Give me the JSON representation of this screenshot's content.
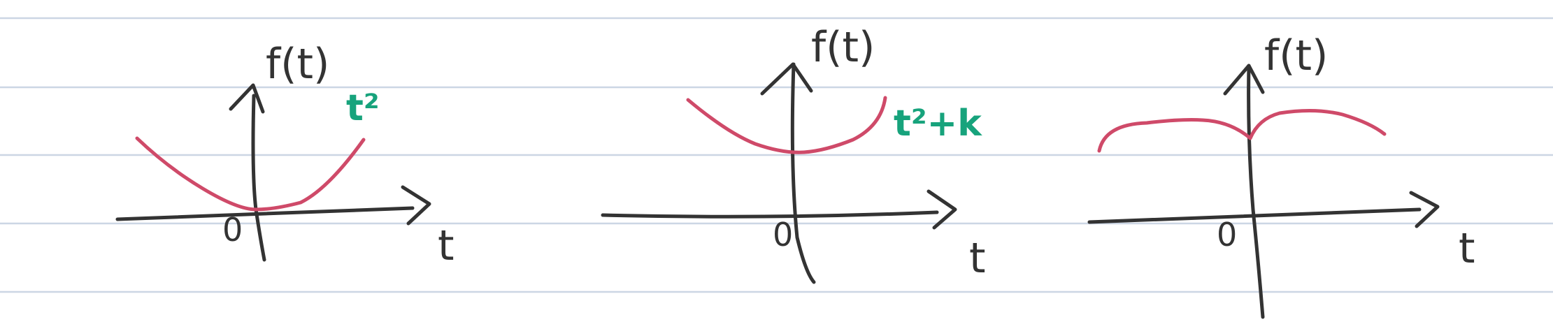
{
  "colors": {
    "paper": "#ffffff",
    "ruling": "#ccd6e4",
    "ink": "#333333",
    "curve": "#cf4a69",
    "annotation": "#17a37c"
  },
  "panels": [
    {
      "y_axis_label": "f(t)",
      "x_axis_label": "t",
      "origin_label": "0",
      "curve_label": "t²"
    },
    {
      "y_axis_label": "f(t)",
      "x_axis_label": "t",
      "origin_label": "0",
      "curve_label": "t²+k"
    },
    {
      "y_axis_label": "f(t)",
      "x_axis_label": "t",
      "origin_label": "0",
      "curve_label": ""
    }
  ]
}
